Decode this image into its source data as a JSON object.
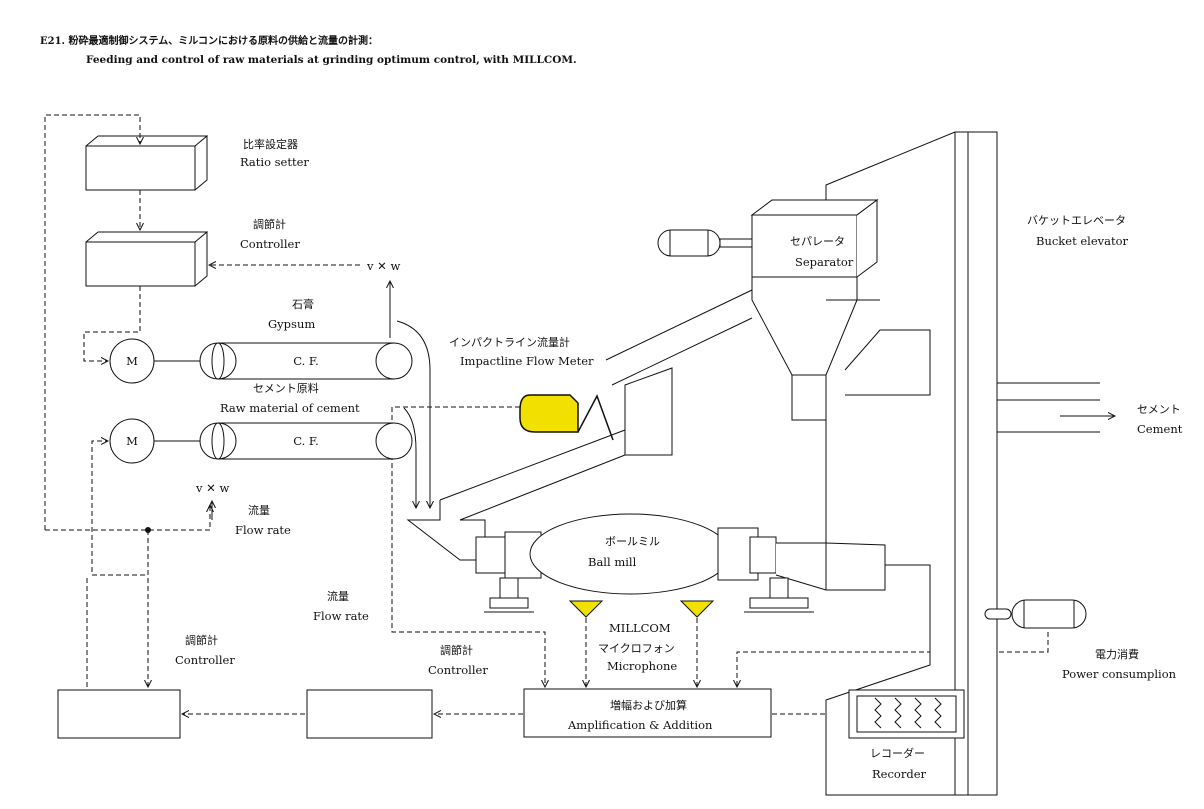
{
  "header": {
    "title_jp": "E21. 粉砕最適制御システム、ミルコンにおける原料の供給と流量の計測：",
    "title_en": "Feeding and control of raw materials at grinding optimum control, with MILLCOM."
  },
  "labels": {
    "ratio_setter_jp": "比率設定器",
    "ratio_setter_en": "Ratio setter",
    "controller_jp": "調節計",
    "controller_en": "Controller",
    "vxw": "v ✕ w",
    "gypsum_jp": "石膏",
    "gypsum_en": "Gypsum",
    "cf": "C. F.",
    "motor": "M",
    "raw_jp": "セメント原料",
    "raw_en": "Raw material of cement",
    "flow_jp": "流量",
    "flow_en": "Flow rate",
    "impact_jp": "インパクトライン流量計",
    "impact_en": "Impactline Flow Meter",
    "separator_jp": "セパレータ",
    "separator_en": "Separator",
    "bucket_jp": "バケットエレベータ",
    "bucket_en": "Bucket elevator",
    "cement_jp": "セメント",
    "cement_en": "Cement",
    "ballmill_jp": "ボールミル",
    "ballmill_en": "Ball mill",
    "millcom": "MILLCOM",
    "mic_jp": "マイクロフォン",
    "mic_en": "Microphone",
    "power_jp": "電力消費",
    "power_en": "Power consumplion",
    "amp_jp": "増幅および加算",
    "amp_en": "Amplification & Addition",
    "recorder_jp": "レコーダー",
    "recorder_en": "Recorder"
  },
  "colors": {
    "flow_meter_fill": "#f2e000",
    "microphone_fill": "#f2e000"
  }
}
